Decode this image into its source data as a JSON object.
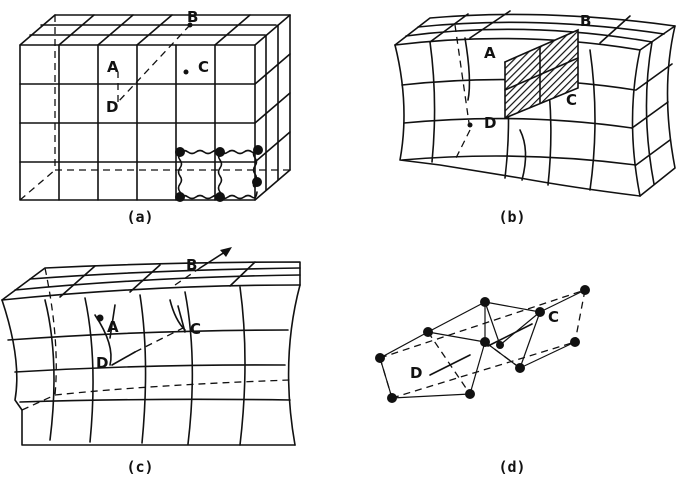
{
  "panels": {
    "a": {
      "caption": "(a)",
      "labels": {
        "A": "A",
        "B": "B",
        "C": "C",
        "D": "D"
      }
    },
    "b": {
      "caption": "(b)",
      "labels": {
        "A": "A",
        "B": "B",
        "C": "C",
        "D": "D"
      }
    },
    "c": {
      "caption": "(c)",
      "labels": {
        "A": "A",
        "B": "B",
        "C": "C",
        "D": "D"
      }
    },
    "d": {
      "caption": "(d)",
      "labels": {
        "C": "C",
        "D": "D"
      }
    }
  }
}
